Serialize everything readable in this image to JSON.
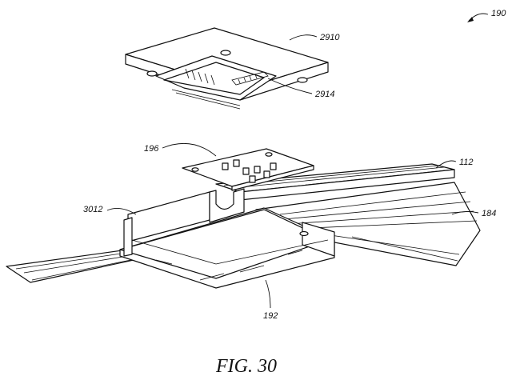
{
  "figure": {
    "caption": "FIG. 30",
    "reference_numerals": {
      "assembly": "190",
      "cover_module": "2910",
      "cover_feature": "2914",
      "circuit_board": "196",
      "rail_upper": "112",
      "rail_lower": "184",
      "enclosure_wall": "3012",
      "base_housing": "192"
    }
  }
}
